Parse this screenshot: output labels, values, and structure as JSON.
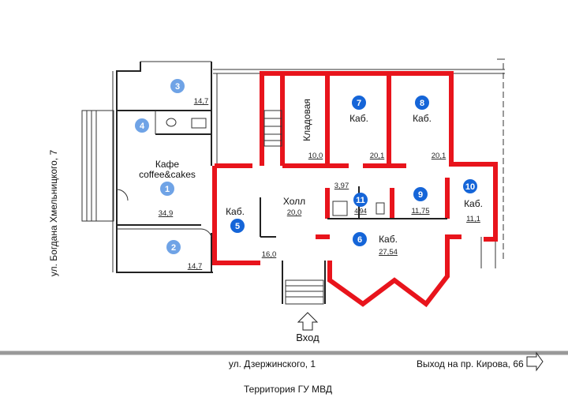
{
  "plan": {
    "accent_red": "#e8141c",
    "badge_blue": "#1565d8",
    "badge_light_blue": "#6fa3e6",
    "rooms": [
      {
        "number": "1",
        "name": "Кафе",
        "subname": "coffee&cakes",
        "area": "34,9"
      },
      {
        "number": "2",
        "area": "14,7"
      },
      {
        "number": "3",
        "area": "14,7"
      },
      {
        "number": "4"
      },
      {
        "number": "5",
        "name": "Каб.",
        "area": "16,0"
      },
      {
        "number": "6",
        "name": "Каб.",
        "area": "27,54"
      },
      {
        "number": "7",
        "name": "Каб.",
        "area": "20,1"
      },
      {
        "number": "8",
        "name": "Каб.",
        "area": "20,1"
      },
      {
        "number": "9",
        "area": "11,75"
      },
      {
        "number": "10",
        "name": "Каб.",
        "area": "11,1"
      },
      {
        "number": "11",
        "area": "4,94"
      }
    ],
    "storage": {
      "name": "Кладовая",
      "area": "10,0"
    },
    "hall": {
      "name": "Холл",
      "area": "20,0"
    },
    "small_room_area": "3,97",
    "entrance": "Вход",
    "streets": {
      "left": "ул. Богдана Хмельницкого, 7",
      "bottom": "ул. Дзержинского, 1",
      "exit": "Выход на пр. Кирова, 66",
      "territory": "Территория ГУ МВД"
    }
  }
}
